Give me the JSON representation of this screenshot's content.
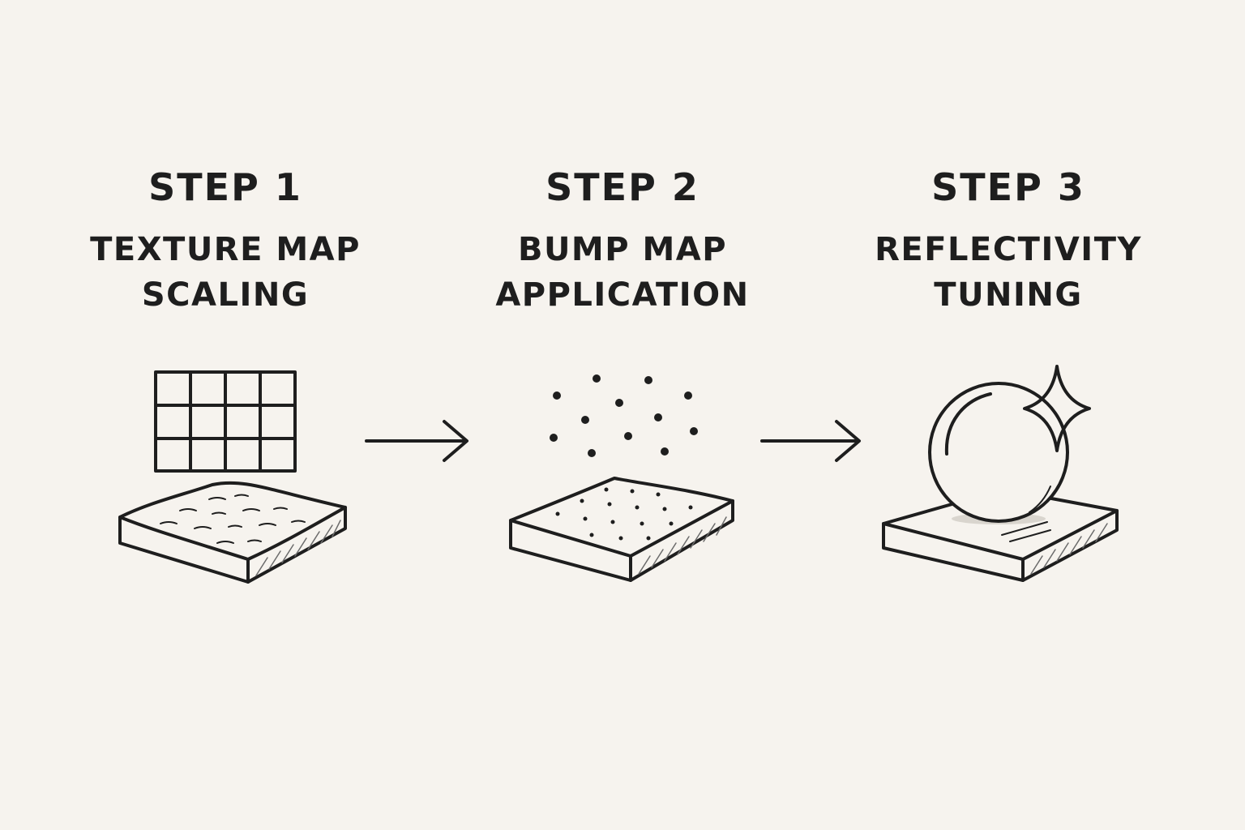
{
  "steps": [
    {
      "number_label": "STEP 1",
      "title_lines": [
        "TEXTURE MAP",
        "SCALING"
      ],
      "icon": "texture-grid-over-slab-icon"
    },
    {
      "number_label": "STEP 2",
      "title_lines": [
        "BUMP MAP",
        "APPLICATION"
      ],
      "icon": "bump-dots-over-slab-icon"
    },
    {
      "number_label": "STEP 3",
      "title_lines": [
        "REFLECTIVITY",
        "TUNING"
      ],
      "icon": "sphere-sparkle-on-slab-icon"
    }
  ],
  "arrows": [
    "arrow-right-icon",
    "arrow-right-icon"
  ],
  "colors": {
    "background": "#f6f3ee",
    "ink": "#1e1e1e"
  }
}
